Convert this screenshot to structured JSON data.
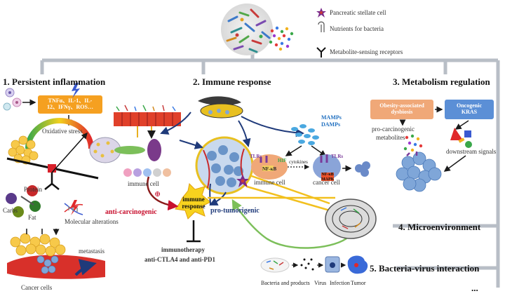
{
  "legend": {
    "stellate": "Pancreatic stellate cell",
    "nutrients": "Nutrients for bacteria",
    "receptors": "Metabolite-sensing receptors"
  },
  "sections": {
    "s1": "1. Persistent inflammation",
    "s2": "2. Immune response",
    "s3": "3. Metabolism regulation",
    "s4": "4. Microenvironment",
    "s5": "5. Bacteria-virus interaction",
    "more": "..."
  },
  "inflammation": {
    "cytokines_line1": "TNFα、IL-1、IL-",
    "cytokines_line2": "12、IFNγ、ROS…",
    "oxidative": "Oxidative stress",
    "protein": "Protein",
    "carbs": "Carbs",
    "fat": "Fat",
    "molecular": "Molecular alterations",
    "metastasis": "metastasis",
    "cancer_cells": "Cancer cells"
  },
  "immune": {
    "immune_cell_left": "immune cell",
    "plus_sign": "⊕",
    "anti": "anti-carcinogenic",
    "pro": "pro-tumorigenic",
    "response_line1": "immune",
    "response_line2": "response",
    "therapy1": "immunotherapy",
    "therapy2": "anti-CTLA4 and anti-PD1",
    "mamps": "MAMPs",
    "damps": "DAMPs",
    "tlrs": "TLRs",
    "nfkb": "NF-κB",
    "hif": "HIF",
    "cytokines": "cytokines",
    "immune_cell": "immune cell",
    "cancer_cell": "cancer cell",
    "tlrs2": "TLRs",
    "nfkb_mapk_1": "NF-κB",
    "nfkb_mapk_2": "MAPK"
  },
  "metabolism": {
    "obesity1": "Obesity-associated",
    "obesity2": "dysbiosis",
    "kras1": "Oncogenic",
    "kras2": "KRAS",
    "pro1": "pro-carcinogenic",
    "pro2": "metabolites",
    "downstream": "downstream signals"
  },
  "bacteria_virus": {
    "bacteria": "Bacteria and products",
    "virus": "Virus",
    "infection": "Infection",
    "tumor": "Tumor"
  },
  "colors": {
    "grey_line": "#b8bec6",
    "orange_box": "#f5a020",
    "salmon_box": "#f0a878",
    "blue_box": "#5b8fd6",
    "red_text": "#c8102e",
    "navy_text": "#1f3a7a"
  }
}
